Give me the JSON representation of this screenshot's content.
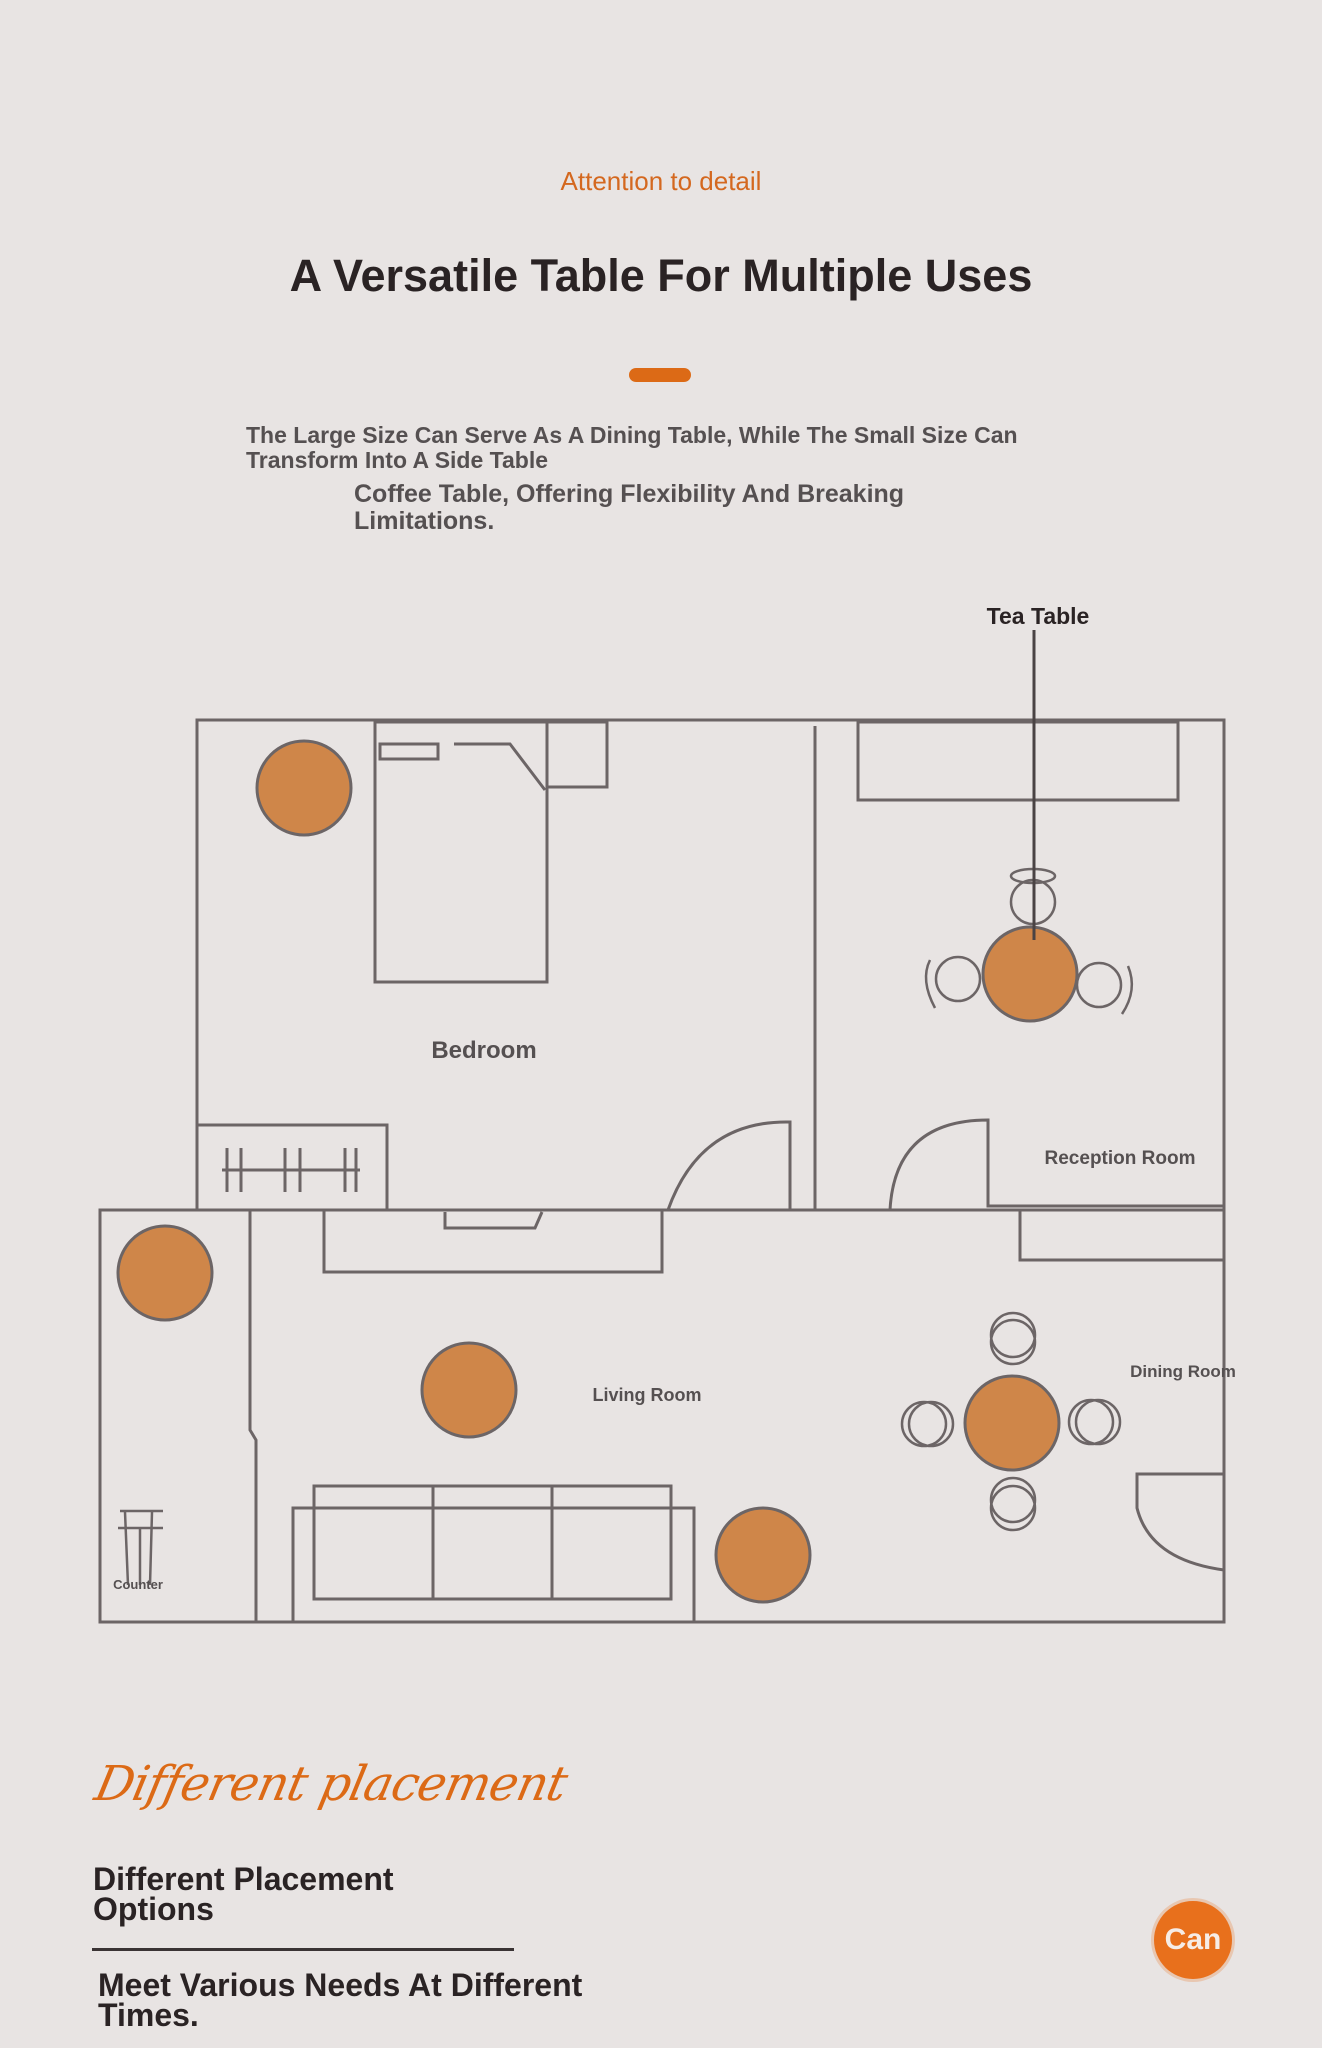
{
  "header": {
    "eyebrow": "Attention to detail",
    "title": "A Versatile Table For Multiple Uses",
    "description_line1": "The Large Size Can Serve As A Dining Table, While The Small Size Can Transform Into A Side Table",
    "description_line2": "Coffee Table, Offering Flexibility And Breaking Limitations."
  },
  "floor_plan": {
    "callout": "Tea Table",
    "rooms": {
      "bedroom": "Bedroom",
      "reception": "Reception Room",
      "living": "Living Room",
      "dining": "Dining Room",
      "counter": "Counter"
    }
  },
  "footer": {
    "script_heading": "Different placement",
    "heading1": "Different Placement Options",
    "heading2": "Meet Various Needs At Different Times.",
    "badge": "Can"
  },
  "colors": {
    "accent": "#dc6a16",
    "table": "#cf8649",
    "line": "#6c6566",
    "background": "#e8e4e3"
  }
}
